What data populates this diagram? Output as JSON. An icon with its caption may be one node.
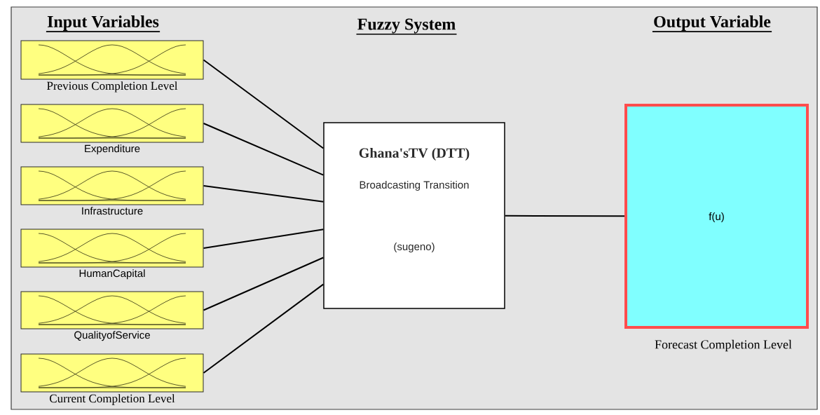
{
  "diagram": {
    "nodes": [
      {
        "text": [
          "Previous Completion Level"
        ]
      },
      {
        "text": [
          "Expenditure"
        ]
      },
      {
        "text": [
          "Infrastructure"
        ]
      },
      {
        "text": [
          "HumanCapital"
        ]
      },
      {
        "text": [
          "QualityofService"
        ]
      },
      {
        "text": [
          "Current Completion Level"
        ]
      },
      {
        "text": [
          "Ghana'sTV (DTT)",
          "Broadcasting Transition",
          "(sugeno)"
        ]
      },
      {
        "text": [
          "f(u)",
          "Forecast Completion Level"
        ]
      }
    ],
    "edges": [
      {
        "from": 0,
        "to": 6,
        "arrow": "none"
      },
      {
        "from": 1,
        "to": 6,
        "arrow": "none"
      },
      {
        "from": 2,
        "to": 6,
        "arrow": "none"
      },
      {
        "from": 3,
        "to": 6,
        "arrow": "none"
      },
      {
        "from": 4,
        "to": 6,
        "arrow": "none"
      },
      {
        "from": 5,
        "to": 6,
        "arrow": "none"
      },
      {
        "from": 6,
        "to": 7,
        "arrow": "none"
      }
    ],
    "labels": [
      "Input Variables",
      "Fuzzy System",
      "Output Variable"
    ]
  }
}
